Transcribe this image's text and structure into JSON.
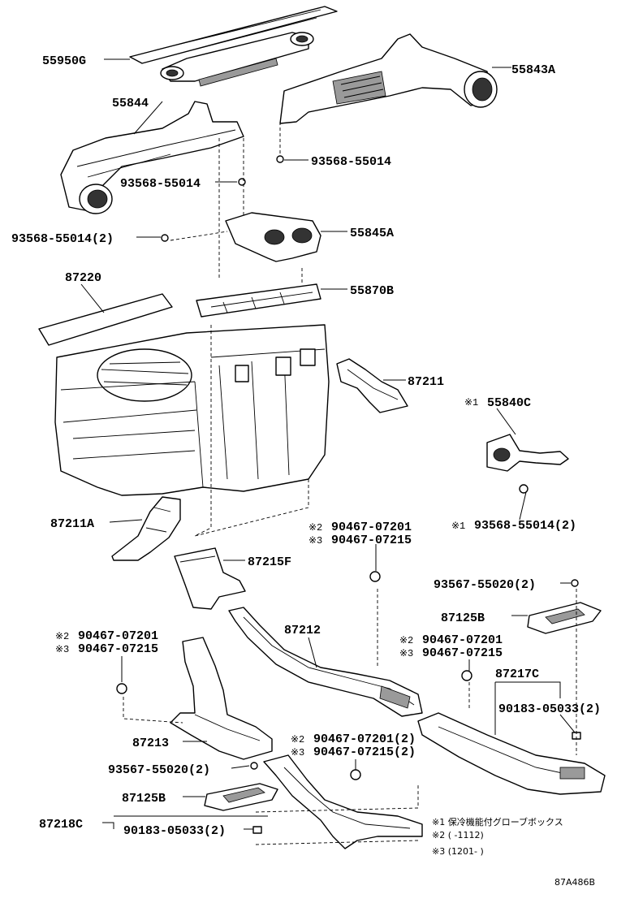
{
  "parts": {
    "p55950G": "55950G",
    "p55844": "55844",
    "p55843A": "55843A",
    "p93568_a": "93568-55014",
    "p93568_b": "93568-55014",
    "p93568_c": "93568-55014(2)",
    "p55845A": "55845A",
    "p87220": "87220",
    "p55870B": "55870B",
    "p87211": "87211",
    "p55840C": "55840C",
    "p93568_d": "93568-55014(2)",
    "p87211A": "87211A",
    "p87215F": "87215F",
    "p90467_201_a": "90467-07201",
    "p90467_215_a": "90467-07215",
    "p93567_a": "93567-55020(2)",
    "p87125B_a": "87125B",
    "p87212": "87212",
    "p90467_201_b": "90467-07201",
    "p90467_215_b": "90467-07215",
    "p90467_201_c": "90467-07201",
    "p90467_215_c": "90467-07215",
    "p87217C": "87217C",
    "p90183_a": "90183-05033(2)",
    "p87213": "87213",
    "p90467_201_d": "90467-07201(2)",
    "p90467_215_d": "90467-07215(2)",
    "p93567_b": "93567-55020(2)",
    "p87125B_b": "87125B",
    "p87218C": "87218C",
    "p90183_b": "90183-05033(2)"
  },
  "marks": {
    "m1": "※1",
    "m2": "※2",
    "m3": "※3"
  },
  "legend": {
    "l1": "※1 保冷機能付グローブボックス",
    "l2": "※2 (       -1112)",
    "l3": "※3 (1201-       )"
  },
  "code": "87A486B"
}
